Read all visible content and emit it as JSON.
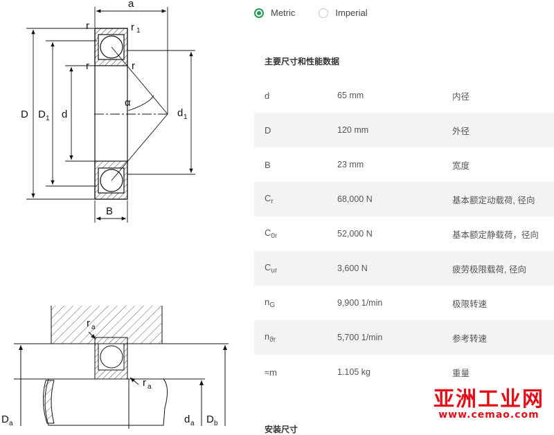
{
  "units": {
    "options": [
      {
        "label": "Metric",
        "selected": true
      },
      {
        "label": "Imperial",
        "selected": false
      }
    ],
    "accent_color": "#1f9e4f"
  },
  "drawing": {
    "top_labels": {
      "a": "a",
      "r": "r",
      "r1": "r",
      "r1_sub": "1",
      "r_inner_left": "r",
      "r_inner_right": "r",
      "D": "D",
      "D1": "D",
      "D1_sub": "1",
      "d": "d",
      "d1": "d",
      "d1_sub": "1",
      "alpha": "α",
      "B": "B"
    },
    "bottom_labels": {
      "ra_top": "r",
      "ra_top_sub": "a",
      "ra_bottom": "r",
      "ra_bottom_sub": "a",
      "Da": "D",
      "Da_sub": "a",
      "da": "d",
      "da_sub": "a",
      "Db": "D",
      "Db_sub": "b"
    }
  },
  "specs": {
    "title": "主要尺寸和性能数据",
    "rows": [
      {
        "sym": "d",
        "sub": "",
        "value": "65 mm",
        "desc": "内径"
      },
      {
        "sym": "D",
        "sub": "",
        "value": "120 mm",
        "desc": "外径"
      },
      {
        "sym": "B",
        "sub": "",
        "value": "23 mm",
        "desc": "宽度"
      },
      {
        "sym": "C",
        "sub": "r",
        "value": "68,000 N",
        "desc": "基本额定动载荷, 径向"
      },
      {
        "sym": "C",
        "sub": "0r",
        "value": "52,000 N",
        "desc": "基本额定静载荷，径向"
      },
      {
        "sym": "C",
        "sub": "ur",
        "value": "3,600 N",
        "desc": "疲劳极限载荷, 径向"
      },
      {
        "sym": "n",
        "sub": "G",
        "value": "9,900 1/min",
        "desc": "极限转速"
      },
      {
        "sym": "n",
        "sub": "ϑr",
        "value": "5,700 1/min",
        "desc": "参考转速"
      },
      {
        "sym": "≈m",
        "sub": "",
        "value": "1.105 kg",
        "desc": "重量"
      }
    ]
  },
  "mounting": {
    "title": "安装尺寸"
  },
  "watermark": {
    "name": "亚洲工业网",
    "url": "www.cemao.com",
    "color": "#e30e18"
  }
}
